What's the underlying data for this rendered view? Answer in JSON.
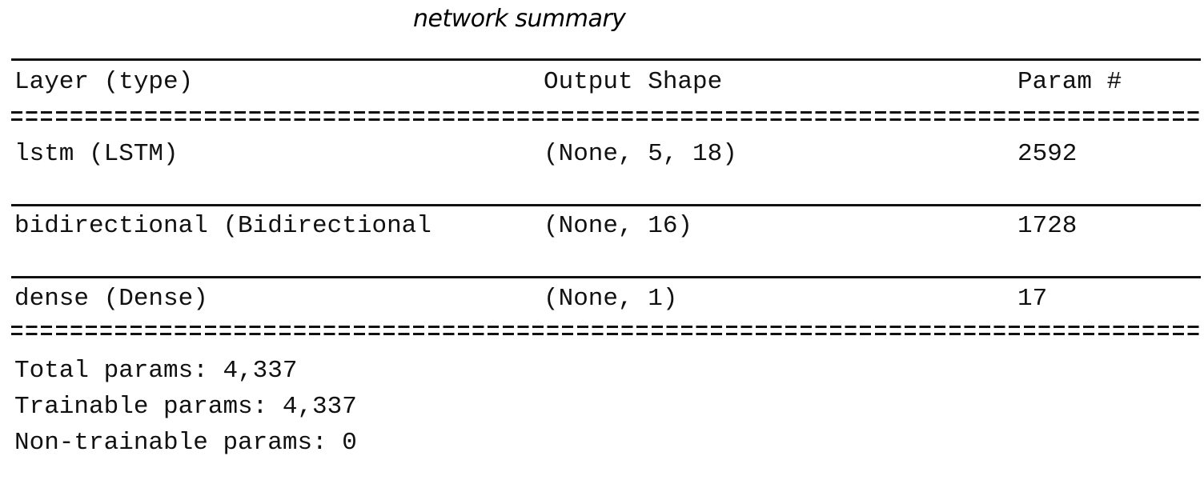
{
  "caption": "network summary",
  "table": {
    "headers": {
      "layer": "Layer (type)",
      "shape": "Output Shape",
      "params": "Param #"
    },
    "rows": [
      {
        "layer": "lstm (LSTM)",
        "shape": "(None, 5, 18)",
        "params": "2592"
      },
      {
        "layer": "bidirectional (Bidirectional",
        "shape": "(None, 16)",
        "params": "1728"
      },
      {
        "layer": "dense (Dense)",
        "shape": "(None, 1)",
        "params": "17"
      }
    ]
  },
  "summary": {
    "total": "Total params: 4,337",
    "trainable": "Trainable params: 4,337",
    "non_trainable": "Non-trainable params: 0"
  }
}
